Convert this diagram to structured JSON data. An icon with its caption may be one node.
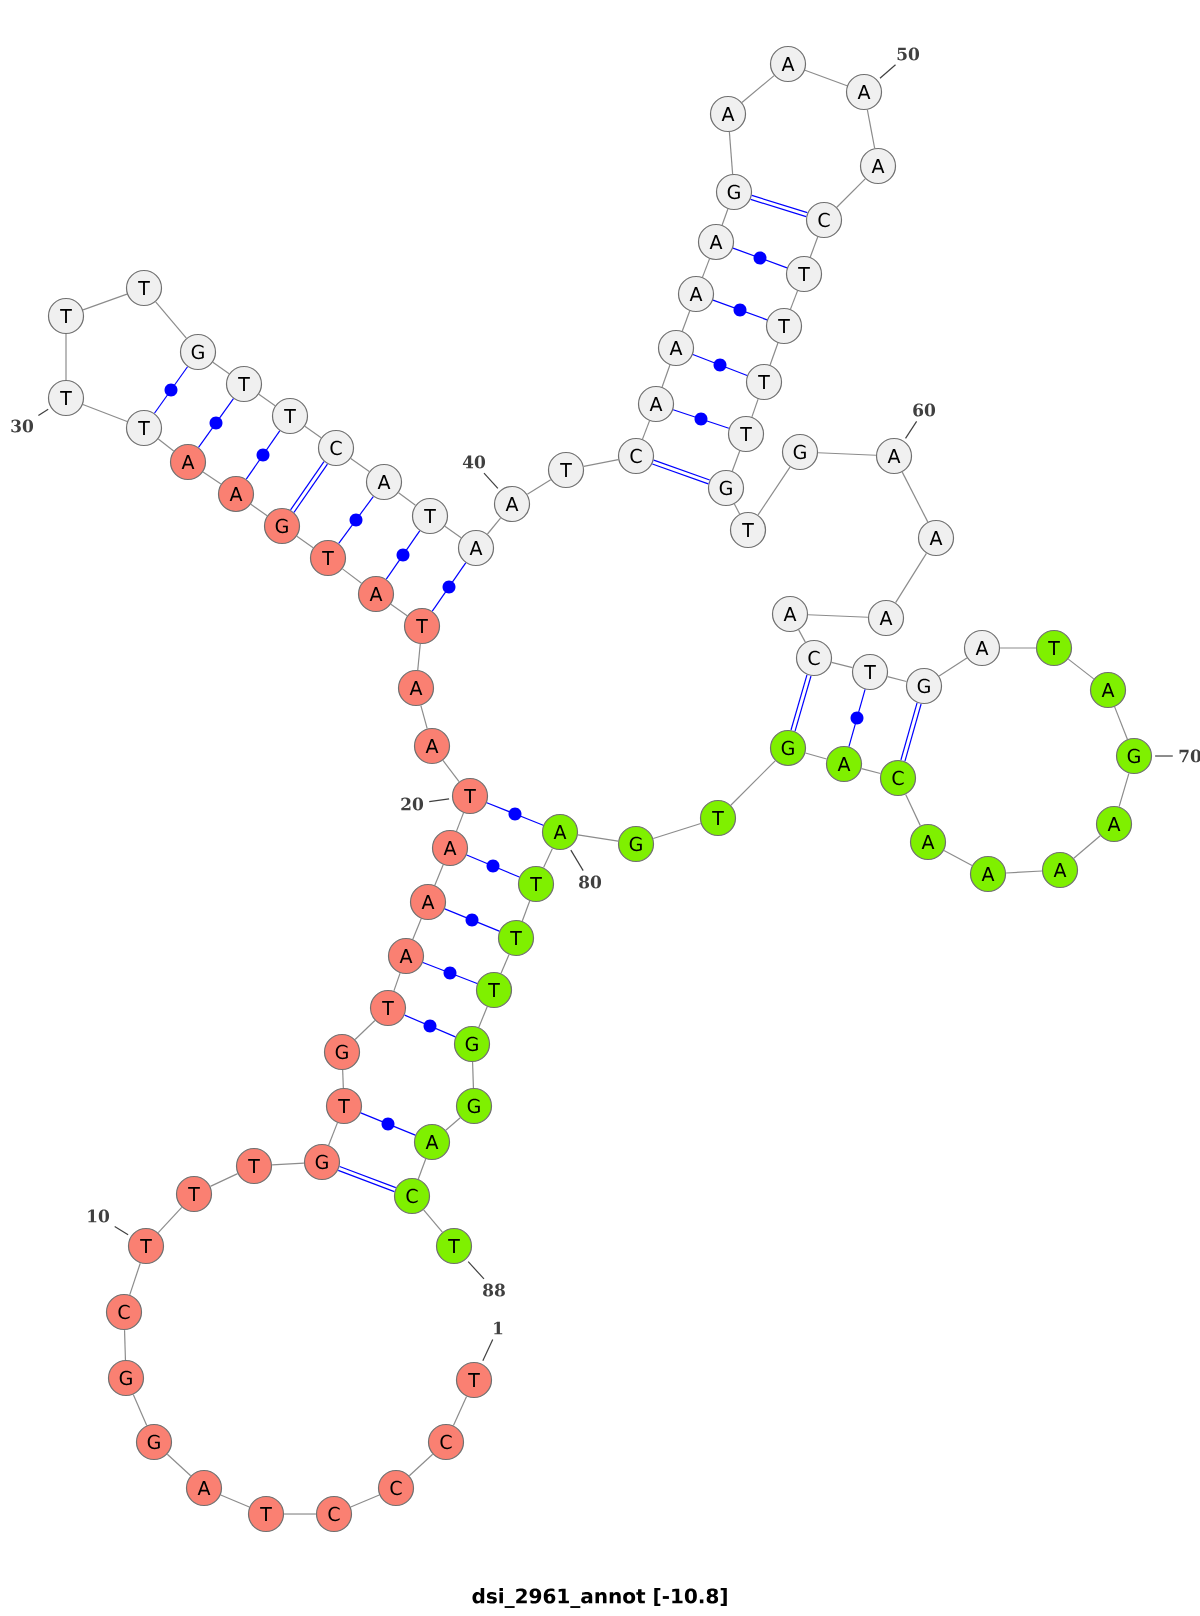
{
  "diagram": {
    "title": "dsi_2961_annot [-10.8]",
    "nodes": [
      {
        "text": [
          "T"
        ]
      },
      {
        "text": [
          "C"
        ]
      },
      {
        "text": [
          "C"
        ]
      },
      {
        "text": [
          "C"
        ]
      },
      {
        "text": [
          "T"
        ]
      },
      {
        "text": [
          "A"
        ]
      },
      {
        "text": [
          "G"
        ]
      },
      {
        "text": [
          "G"
        ]
      },
      {
        "text": [
          "C"
        ]
      },
      {
        "text": [
          "T"
        ]
      },
      {
        "text": [
          "T"
        ]
      },
      {
        "text": [
          "T"
        ]
      },
      {
        "text": [
          "G"
        ]
      },
      {
        "text": [
          "T"
        ]
      },
      {
        "text": [
          "G"
        ]
      },
      {
        "text": [
          "T"
        ]
      },
      {
        "text": [
          "A"
        ]
      },
      {
        "text": [
          "A"
        ]
      },
      {
        "text": [
          "A"
        ]
      },
      {
        "text": [
          "T"
        ]
      },
      {
        "text": [
          "A"
        ]
      },
      {
        "text": [
          "A"
        ]
      },
      {
        "text": [
          "T"
        ]
      },
      {
        "text": [
          "A"
        ]
      },
      {
        "text": [
          "T"
        ]
      },
      {
        "text": [
          "G"
        ]
      },
      {
        "text": [
          "A"
        ]
      },
      {
        "text": [
          "A"
        ]
      },
      {
        "text": [
          "T"
        ]
      },
      {
        "text": [
          "T"
        ]
      },
      {
        "text": [
          "T"
        ]
      },
      {
        "text": [
          "T"
        ]
      },
      {
        "text": [
          "G"
        ]
      },
      {
        "text": [
          "T"
        ]
      },
      {
        "text": [
          "T"
        ]
      },
      {
        "text": [
          "C"
        ]
      },
      {
        "text": [
          "A"
        ]
      },
      {
        "text": [
          "T"
        ]
      },
      {
        "text": [
          "A"
        ]
      },
      {
        "text": [
          "A"
        ]
      },
      {
        "text": [
          "T"
        ]
      },
      {
        "text": [
          "C"
        ]
      },
      {
        "text": [
          "A"
        ]
      },
      {
        "text": [
          "A"
        ]
      },
      {
        "text": [
          "A"
        ]
      },
      {
        "text": [
          "A"
        ]
      },
      {
        "text": [
          "G"
        ]
      },
      {
        "text": [
          "A"
        ]
      },
      {
        "text": [
          "A"
        ]
      },
      {
        "text": [
          "A"
        ]
      },
      {
        "text": [
          "A"
        ]
      },
      {
        "text": [
          "C"
        ]
      },
      {
        "text": [
          "T"
        ]
      },
      {
        "text": [
          "T"
        ]
      },
      {
        "text": [
          "T"
        ]
      },
      {
        "text": [
          "T"
        ]
      },
      {
        "text": [
          "G"
        ]
      },
      {
        "text": [
          "T"
        ]
      },
      {
        "text": [
          "G"
        ]
      },
      {
        "text": [
          "A"
        ]
      },
      {
        "text": [
          "A"
        ]
      },
      {
        "text": [
          "A"
        ]
      },
      {
        "text": [
          "A"
        ]
      },
      {
        "text": [
          "C"
        ]
      },
      {
        "text": [
          "T"
        ]
      },
      {
        "text": [
          "G"
        ]
      },
      {
        "text": [
          "A"
        ]
      },
      {
        "text": [
          "T"
        ]
      },
      {
        "text": [
          "A"
        ]
      },
      {
        "text": [
          "G"
        ]
      },
      {
        "text": [
          "A"
        ]
      },
      {
        "text": [
          "A"
        ]
      },
      {
        "text": [
          "A"
        ]
      },
      {
        "text": [
          "A"
        ]
      },
      {
        "text": [
          "C"
        ]
      },
      {
        "text": [
          "A"
        ]
      },
      {
        "text": [
          "G"
        ]
      },
      {
        "text": [
          "T"
        ]
      },
      {
        "text": [
          "G"
        ]
      },
      {
        "text": [
          "A"
        ]
      },
      {
        "text": [
          "T"
        ]
      },
      {
        "text": [
          "T"
        ]
      },
      {
        "text": [
          "T"
        ]
      },
      {
        "text": [
          "G"
        ]
      },
      {
        "text": [
          "G"
        ]
      },
      {
        "text": [
          "A"
        ]
      },
      {
        "text": [
          "C"
        ]
      },
      {
        "text": [
          "T"
        ]
      },
      {
        "text": [
          "1"
        ]
      },
      {
        "text": [
          "10"
        ]
      },
      {
        "text": [
          "20"
        ]
      },
      {
        "text": [
          "30"
        ]
      },
      {
        "text": [
          "40"
        ]
      },
      {
        "text": [
          "50"
        ]
      },
      {
        "text": [
          "60"
        ]
      },
      {
        "text": [
          "70"
        ]
      },
      {
        "text": [
          "80"
        ]
      },
      {
        "text": [
          "88"
        ]
      }
    ],
    "edges": [
      {
        "from": 0,
        "to": 1,
        "arrow": "none"
      },
      {
        "from": 1,
        "to": 2,
        "arrow": "none"
      },
      {
        "from": 2,
        "to": 3,
        "arrow": "none"
      },
      {
        "from": 3,
        "to": 4,
        "arrow": "none"
      },
      {
        "from": 4,
        "to": 5,
        "arrow": "none"
      },
      {
        "from": 5,
        "to": 6,
        "arrow": "none"
      },
      {
        "from": 6,
        "to": 7,
        "arrow": "none"
      },
      {
        "from": 7,
        "to": 8,
        "arrow": "none"
      },
      {
        "from": 8,
        "to": 9,
        "arrow": "none"
      },
      {
        "from": 9,
        "to": 10,
        "arrow": "none"
      },
      {
        "from": 10,
        "to": 11,
        "arrow": "none"
      },
      {
        "from": 11,
        "to": 12,
        "arrow": "none"
      },
      {
        "from": 12,
        "to": 13,
        "arrow": "none"
      },
      {
        "from": 13,
        "to": 14,
        "arrow": "none"
      },
      {
        "from": 14,
        "to": 15,
        "arrow": "none"
      },
      {
        "from": 15,
        "to": 16,
        "arrow": "none"
      },
      {
        "from": 16,
        "to": 17,
        "arrow": "none"
      },
      {
        "from": 17,
        "to": 18,
        "arrow": "none"
      },
      {
        "from": 18,
        "to": 19,
        "arrow": "none"
      },
      {
        "from": 19,
        "to": 20,
        "arrow": "none"
      },
      {
        "from": 20,
        "to": 21,
        "arrow": "none"
      },
      {
        "from": 21,
        "to": 22,
        "arrow": "none"
      },
      {
        "from": 22,
        "to": 23,
        "arrow": "none"
      },
      {
        "from": 23,
        "to": 24,
        "arrow": "none"
      },
      {
        "from": 24,
        "to": 25,
        "arrow": "none"
      },
      {
        "from": 25,
        "to": 26,
        "arrow": "none"
      },
      {
        "from": 26,
        "to": 27,
        "arrow": "none"
      },
      {
        "from": 27,
        "to": 28,
        "arrow": "none"
      },
      {
        "from": 28,
        "to": 29,
        "arrow": "none"
      },
      {
        "from": 29,
        "to": 30,
        "arrow": "none"
      },
      {
        "from": 30,
        "to": 31,
        "arrow": "none"
      },
      {
        "from": 31,
        "to": 32,
        "arrow": "none"
      },
      {
        "from": 32,
        "to": 33,
        "arrow": "none"
      },
      {
        "from": 33,
        "to": 34,
        "arrow": "none"
      },
      {
        "from": 34,
        "to": 35,
        "arrow": "none"
      },
      {
        "from": 35,
        "to": 36,
        "arrow": "none"
      },
      {
        "from": 36,
        "to": 37,
        "arrow": "none"
      },
      {
        "from": 37,
        "to": 38,
        "arrow": "none"
      },
      {
        "from": 38,
        "to": 39,
        "arrow": "none"
      },
      {
        "from": 39,
        "to": 40,
        "arrow": "none"
      },
      {
        "from": 40,
        "to": 41,
        "arrow": "none"
      },
      {
        "from": 41,
        "to": 42,
        "arrow": "none"
      },
      {
        "from": 42,
        "to": 43,
        "arrow": "none"
      },
      {
        "from": 43,
        "to": 44,
        "arrow": "none"
      },
      {
        "from": 44,
        "to": 45,
        "arrow": "none"
      },
      {
        "from": 45,
        "to": 46,
        "arrow": "none"
      },
      {
        "from": 46,
        "to": 47,
        "arrow": "none"
      },
      {
        "from": 47,
        "to": 48,
        "arrow": "none"
      },
      {
        "from": 48,
        "to": 49,
        "arrow": "none"
      },
      {
        "from": 49,
        "to": 50,
        "arrow": "none"
      },
      {
        "from": 50,
        "to": 51,
        "arrow": "none"
      },
      {
        "from": 51,
        "to": 52,
        "arrow": "none"
      },
      {
        "from": 52,
        "to": 53,
        "arrow": "none"
      },
      {
        "from": 53,
        "to": 54,
        "arrow": "none"
      },
      {
        "from": 54,
        "to": 55,
        "arrow": "none"
      },
      {
        "from": 55,
        "to": 56,
        "arrow": "none"
      },
      {
        "from": 56,
        "to": 57,
        "arrow": "none"
      },
      {
        "from": 57,
        "to": 58,
        "arrow": "none"
      },
      {
        "from": 58,
        "to": 59,
        "arrow": "none"
      },
      {
        "from": 59,
        "to": 60,
        "arrow": "none"
      },
      {
        "from": 60,
        "to": 61,
        "arrow": "none"
      },
      {
        "from": 61,
        "to": 62,
        "arrow": "none"
      },
      {
        "from": 62,
        "to": 63,
        "arrow": "none"
      },
      {
        "from": 63,
        "to": 64,
        "arrow": "none"
      },
      {
        "from": 64,
        "to": 65,
        "arrow": "none"
      },
      {
        "from": 65,
        "to": 66,
        "arrow": "none"
      },
      {
        "from": 66,
        "to": 67,
        "arrow": "none"
      },
      {
        "from": 67,
        "to": 68,
        "arrow": "none"
      },
      {
        "from": 68,
        "to": 69,
        "arrow": "none"
      },
      {
        "from": 69,
        "to": 70,
        "arrow": "none"
      },
      {
        "from": 70,
        "to": 71,
        "arrow": "none"
      },
      {
        "from": 71,
        "to": 72,
        "arrow": "none"
      },
      {
        "from": 72,
        "to": 73,
        "arrow": "none"
      },
      {
        "from": 73,
        "to": 74,
        "arrow": "none"
      },
      {
        "from": 74,
        "to": 75,
        "arrow": "none"
      },
      {
        "from": 75,
        "to": 76,
        "arrow": "none"
      },
      {
        "from": 76,
        "to": 77,
        "arrow": "none"
      },
      {
        "from": 77,
        "to": 78,
        "arrow": "none"
      },
      {
        "from": 78,
        "to": 79,
        "arrow": "none"
      },
      {
        "from": 79,
        "to": 80,
        "arrow": "none"
      },
      {
        "from": 80,
        "to": 81,
        "arrow": "none"
      },
      {
        "from": 81,
        "to": 82,
        "arrow": "none"
      },
      {
        "from": 82,
        "to": 83,
        "arrow": "none"
      },
      {
        "from": 83,
        "to": 84,
        "arrow": "none"
      },
      {
        "from": 84,
        "to": 85,
        "arrow": "none"
      },
      {
        "from": 85,
        "to": 86,
        "arrow": "none"
      },
      {
        "from": 86,
        "to": 87,
        "arrow": "none"
      },
      {
        "from": 12,
        "to": 86,
        "arrow": "none",
        "style": "thick",
        "color": "#0000ff"
      },
      {
        "from": 13,
        "to": 85,
        "arrow": "none",
        "color": "#0000ff"
      },
      {
        "from": 15,
        "to": 83,
        "arrow": "none",
        "color": "#0000ff"
      },
      {
        "from": 16,
        "to": 82,
        "arrow": "none",
        "color": "#0000ff"
      },
      {
        "from": 17,
        "to": 81,
        "arrow": "none",
        "color": "#0000ff"
      },
      {
        "from": 18,
        "to": 80,
        "arrow": "none",
        "color": "#0000ff"
      },
      {
        "from": 19,
        "to": 79,
        "arrow": "none",
        "color": "#0000ff"
      },
      {
        "from": 22,
        "to": 38,
        "arrow": "none",
        "color": "#0000ff"
      },
      {
        "from": 23,
        "to": 37,
        "arrow": "none",
        "color": "#0000ff"
      },
      {
        "from": 24,
        "to": 36,
        "arrow": "none",
        "color": "#0000ff"
      },
      {
        "from": 25,
        "to": 35,
        "arrow": "none",
        "style": "thick",
        "color": "#0000ff"
      },
      {
        "from": 26,
        "to": 34,
        "arrow": "none",
        "color": "#0000ff"
      },
      {
        "from": 27,
        "to": 33,
        "arrow": "none",
        "color": "#0000ff"
      },
      {
        "from": 28,
        "to": 32,
        "arrow": "none",
        "color": "#0000ff"
      },
      {
        "from": 41,
        "to": 56,
        "arrow": "none",
        "style": "thick",
        "color": "#0000ff"
      },
      {
        "from": 42,
        "to": 55,
        "arrow": "none",
        "color": "#0000ff"
      },
      {
        "from": 43,
        "to": 54,
        "arrow": "none",
        "color": "#0000ff"
      },
      {
        "from": 44,
        "to": 53,
        "arrow": "none",
        "color": "#0000ff"
      },
      {
        "from": 45,
        "to": 52,
        "arrow": "none",
        "color": "#0000ff"
      },
      {
        "from": 46,
        "to": 51,
        "arrow": "none",
        "style": "thick",
        "color": "#0000ff"
      },
      {
        "from": 63,
        "to": 76,
        "arrow": "none",
        "style": "thick",
        "color": "#0000ff"
      },
      {
        "from": 64,
        "to": 75,
        "arrow": "none",
        "color": "#0000ff"
      },
      {
        "from": 65,
        "to": 74,
        "arrow": "none",
        "style": "thick",
        "color": "#0000ff"
      },
      {
        "from": 88,
        "to": 0,
        "arrow": "none",
        "color": "#404040"
      },
      {
        "from": 89,
        "to": 9,
        "arrow": "none",
        "color": "#404040"
      },
      {
        "from": 90,
        "to": 19,
        "arrow": "none",
        "color": "#404040"
      },
      {
        "from": 91,
        "to": 29,
        "arrow": "none",
        "color": "#404040"
      },
      {
        "from": 92,
        "to": 39,
        "arrow": "none",
        "color": "#404040"
      },
      {
        "from": 93,
        "to": 49,
        "arrow": "none",
        "color": "#404040"
      },
      {
        "from": 94,
        "to": 59,
        "arrow": "none",
        "color": "#404040"
      },
      {
        "from": 95,
        "to": 69,
        "arrow": "none",
        "color": "#404040"
      },
      {
        "from": 96,
        "to": 79,
        "arrow": "none",
        "color": "#404040"
      },
      {
        "from": 97,
        "to": 87,
        "arrow": "none",
        "color": "#404040"
      }
    ]
  }
}
